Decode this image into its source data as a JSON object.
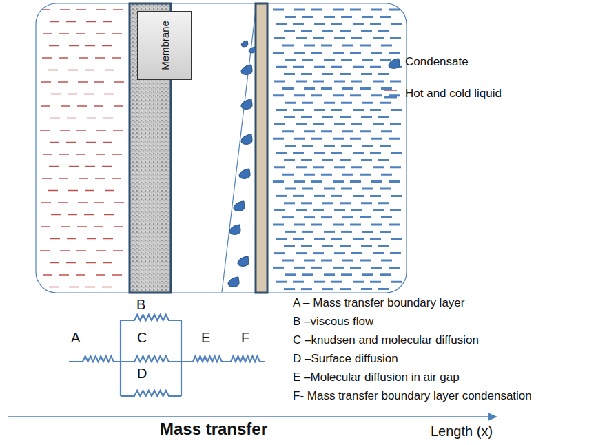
{
  "diagram": {
    "nodes": [
      {
        "text": [
          "Membrane"
        ]
      }
    ],
    "labels": [
      "A",
      "B",
      "C",
      "D",
      "E",
      "F",
      "A – Mass transfer boundary layer",
      "B –viscous flow",
      "C –knudsen and molecular diffusion",
      "D –Surface diffusion",
      "E –Molecular diffusion in air gap",
      "F- Mass transfer boundary layer condensation",
      "Mass transfer",
      "Length (x)"
    ],
    "legend": [
      {
        "text": "Condensate"
      },
      {
        "text": "Hot and cold liquid"
      }
    ]
  }
}
